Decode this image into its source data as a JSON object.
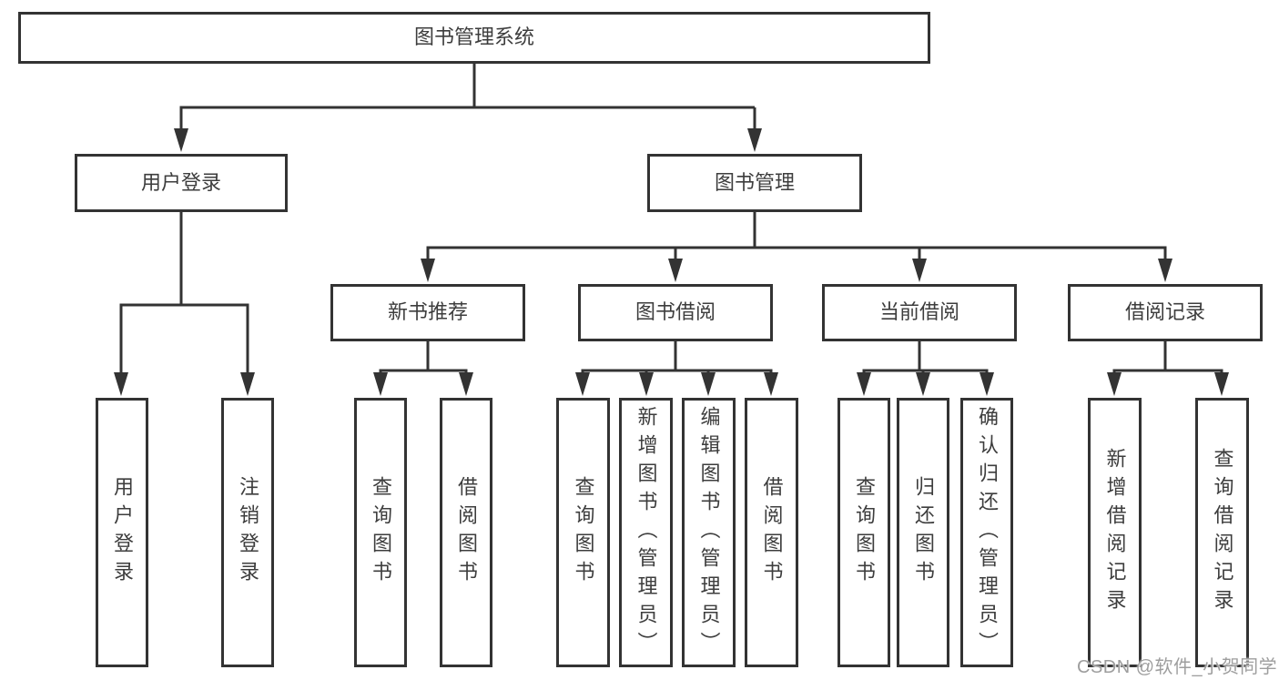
{
  "diagram": {
    "title": "图书管理系统",
    "nodes": {
      "root": "图书管理系统",
      "user_login": "用户登录",
      "book_management": "图书管理",
      "new_book_recommend": "新书推荐",
      "book_borrow": "图书借阅",
      "current_borrow": "当前借阅",
      "borrow_record": "借阅记录",
      "leaf_user_login": "用户登录",
      "leaf_logout": "注销登录",
      "leaf_nb_query": "查询图书",
      "leaf_nb_borrow": "借阅图书",
      "leaf_bb_query": "查询图书",
      "leaf_bb_add": "新增图书（管理员）",
      "leaf_bb_edit": "编辑图书（管理员）",
      "leaf_bb_borrow": "借阅图书",
      "leaf_cb_query": "查询图书",
      "leaf_cb_return": "归还图书",
      "leaf_cb_confirm": "确认归还（管理员）",
      "leaf_br_add": "新增借阅记录",
      "leaf_br_query": "查询借阅记录"
    },
    "watermark": "CSDN @软件_小贺同学",
    "colors": {
      "line": "#333333",
      "text": "#3d3d3d",
      "box_fill": "#ffffff",
      "watermark": "#9e9e9e",
      "background": "#ffffff"
    }
  }
}
